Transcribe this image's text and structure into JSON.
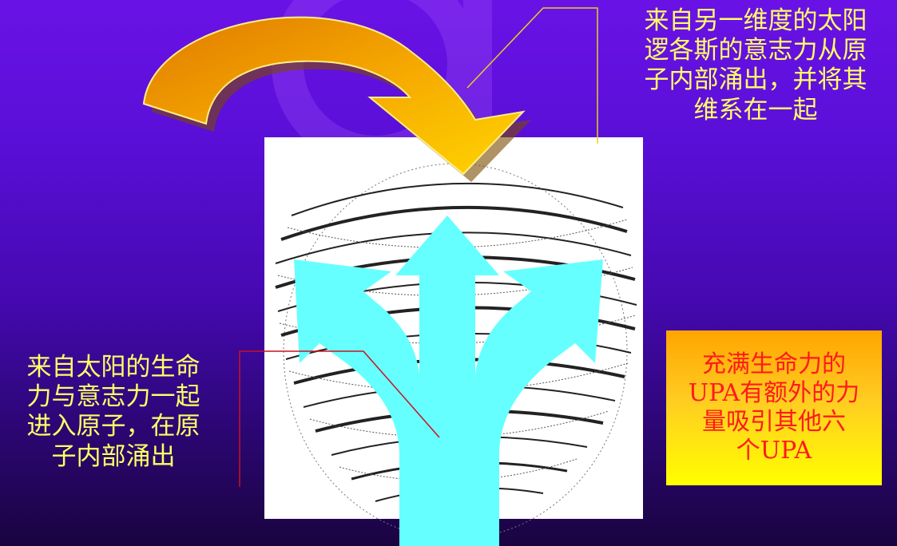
{
  "captions": {
    "top_right": [
      "来自另一维度的太阳",
      "逻各斯的意志力从原",
      "子内部涌出，并将其",
      "维系在一起"
    ],
    "left": [
      "来自太阳的生命",
      "力与意志力一起",
      "进入原子，在原",
      "子内部涌出"
    ],
    "right_box": [
      "充满生命力的",
      "UPA有额外的力",
      "量吸引其他六",
      "个UPA"
    ]
  },
  "colors": {
    "caption_yellow": "#ffff66",
    "box_text_red": "#ff1a1a",
    "arrow_orange": "#f5a800",
    "arrow_cyan": "#66ffff",
    "leader_yellow": "#e8d020",
    "leader_red": "#cc1020"
  },
  "icons": {
    "curved_arrow": "orange-curved-arrow-icon",
    "trident_arrow": "cyan-three-way-arrow-icon",
    "atom": "spiral-atom-illustration"
  }
}
